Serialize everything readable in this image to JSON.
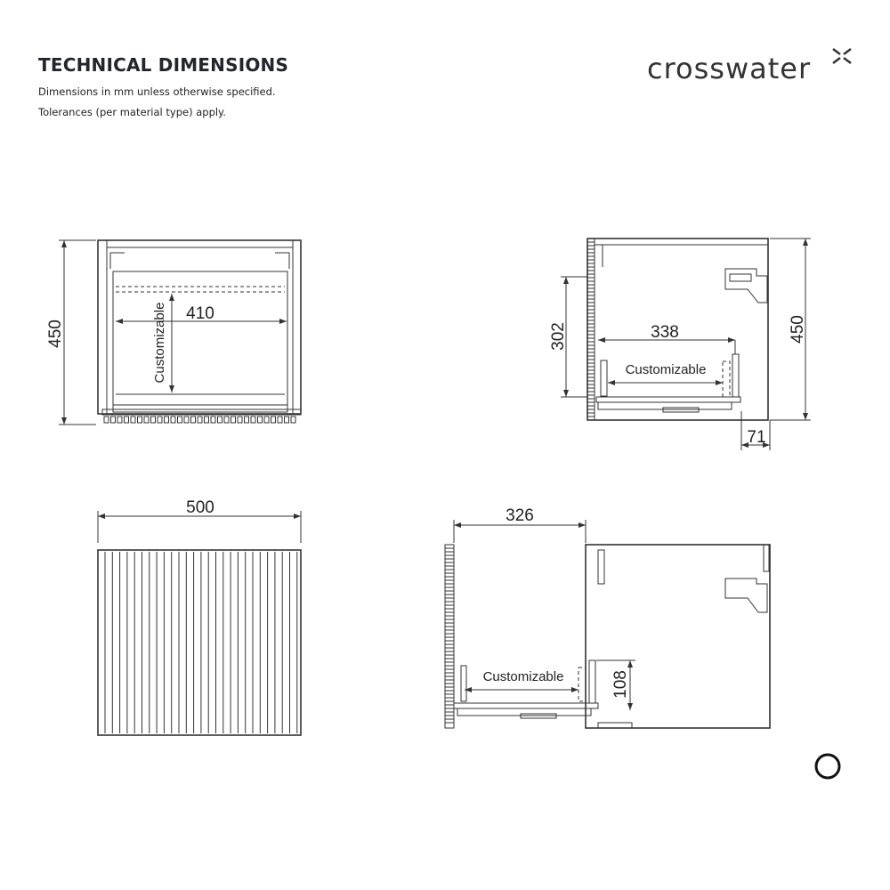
{
  "header": {
    "title": "TECHNICAL DIMENSIONS",
    "line1": "Dimensions in mm unless otherwise specified.",
    "line2": "Tolerances (per material type) apply.",
    "brand": "crosswater"
  },
  "front_section": {
    "height": "450",
    "inner_width": "410",
    "note": "Customizable"
  },
  "side_section": {
    "height": "450",
    "depth_drawer": "338",
    "drawer_height": "302",
    "overhang": "71",
    "note": "Customizable"
  },
  "front_view": {
    "width": "500"
  },
  "side_open_view": {
    "extension": "326",
    "drawer_height": "108",
    "note": "Customizable"
  }
}
